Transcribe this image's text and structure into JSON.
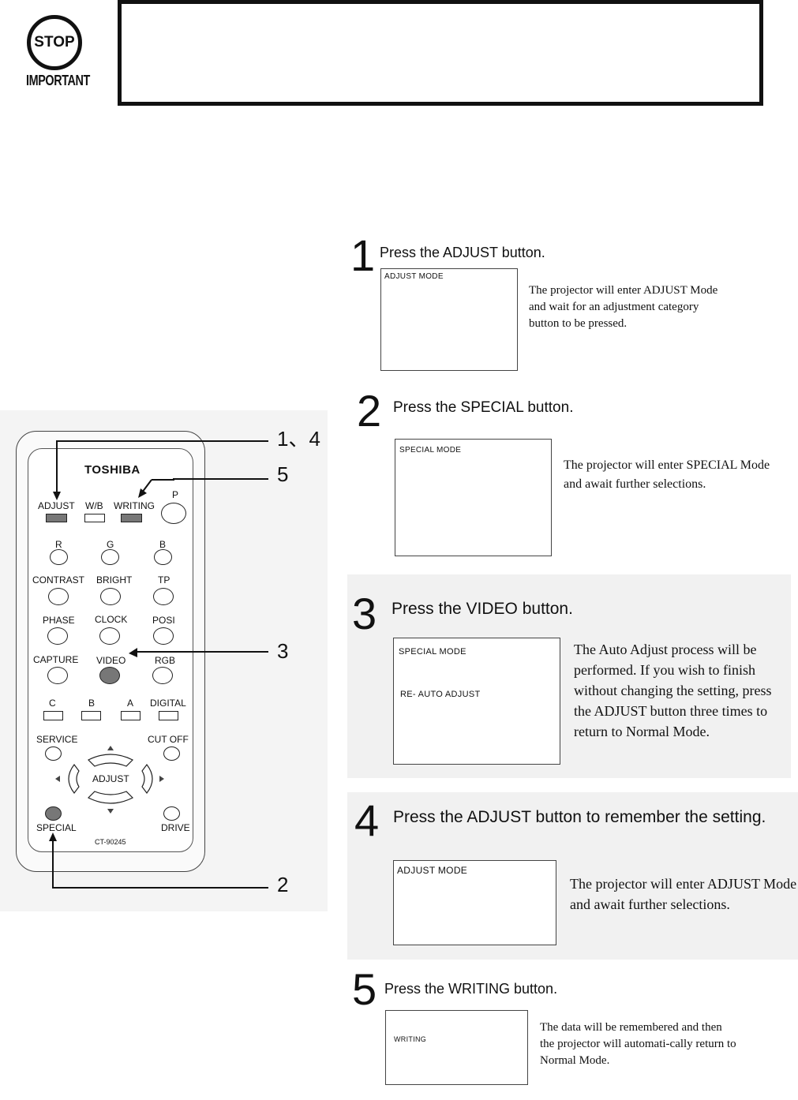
{
  "header": {
    "stop_label": "STOP",
    "important_label": "IMPORTANT"
  },
  "remote": {
    "brand": "TOSHIBA",
    "model": "CT-90245",
    "labels": {
      "adjust": "ADJUST",
      "wb": "W/B",
      "writing": "WRITING",
      "p": "P",
      "r": "R",
      "g": "G",
      "b": "B",
      "contrast": "CONTRAST",
      "bright": "BRIGHT",
      "tp": "TP",
      "phase": "PHASE",
      "clock": "CLOCK",
      "posi": "POSI",
      "capture": "CAPTURE",
      "video": "VIDEO",
      "rgb": "RGB",
      "c": "C",
      "b2": "B",
      "a": "A",
      "digital": "DIGITAL",
      "service": "SERVICE",
      "cutoff": "CUT OFF",
      "adjust_pad": "ADJUST",
      "special": "SPECIAL",
      "drive": "DRIVE"
    },
    "callouts": {
      "c14": "1、4",
      "c5": "5",
      "c3": "3",
      "c2": "2"
    }
  },
  "steps": [
    {
      "number": "1",
      "title": "Press the ADJUST button.",
      "screen_lines": [
        "ADJUST  MODE"
      ],
      "description": "The projector will enter ADJUST Mode and wait for an adjustment category button to be pressed."
    },
    {
      "number": "2",
      "title": "Press the SPECIAL button.",
      "screen_lines": [
        "SPECIAL    MODE"
      ],
      "description": "The projector will enter SPECIAL Mode and await further selections."
    },
    {
      "number": "3",
      "title": "Press the VIDEO button.",
      "screen_lines": [
        "SPECIAL    MODE",
        "RE- AUTO   ADJUST"
      ],
      "description": "The Auto Adjust process will be performed. If you wish to finish without changing the setting, press the ADJUST button three times to return to Normal Mode."
    },
    {
      "number": "4",
      "title": "Press the ADJUST button to remember the setting.",
      "screen_lines": [
        "ADJUST  MODE"
      ],
      "description": "The projector will enter ADJUST Mode and await further selections."
    },
    {
      "number": "5",
      "title": "Press the WRITING button.",
      "screen_lines": [
        "WRITING"
      ],
      "description": "The data will be remembered and then the projector will automati-cally return to Normal Mode."
    }
  ]
}
